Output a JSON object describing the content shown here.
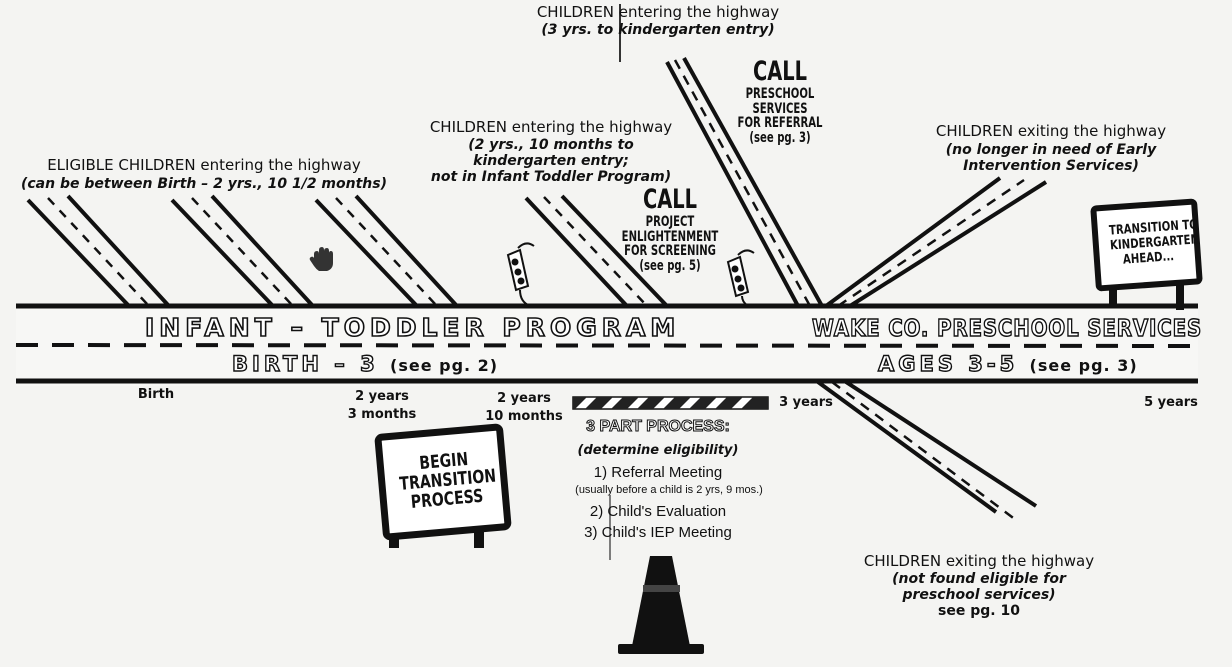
{
  "top_entry": {
    "title": "CHILDREN entering the highway",
    "sub": "(3 yrs. to kindergarten entry)"
  },
  "call_preschool": {
    "call": "CALL",
    "line1": "PRESCHOOL",
    "line2": "SERVICES",
    "line3": "FOR REFERRAL",
    "line4": "(see pg. 3)"
  },
  "mid_entry": {
    "title": "CHILDREN entering the highway",
    "sub1": "(2 yrs., 10 months to",
    "sub2": "kindergarten entry;",
    "sub3": "not in Infant Toddler Program)"
  },
  "call_enlightenment": {
    "call": "CALL",
    "line1": "PROJECT",
    "line2": "ENLIGHTENMENT",
    "line3": "FOR SCREENING",
    "line4": "(see pg. 5)"
  },
  "eligible_entry": {
    "title": "ELIGIBLE CHILDREN entering the highway",
    "sub": "(can be between Birth – 2 yrs., 10 1/2 months)"
  },
  "exit_top": {
    "title": "CHILDREN exiting the highway",
    "sub1": "(no longer in need of Early",
    "sub2": "Intervention Services)"
  },
  "kindergarten_sign": {
    "line1": "TRANSITION TO",
    "line2": "KINDERGARTEN",
    "line3": "AHEAD..."
  },
  "road": {
    "program_left": "INFANT – TODDLER PROGRAM",
    "program_right": "WAKE CO. PRESCHOOL SERVICES",
    "age_left": "BIRTH – 3",
    "age_left_ref": "(see pg. 2)",
    "age_right": "AGES 3-5",
    "age_right_ref": "(see pg. 3)"
  },
  "timeline": {
    "birth": "Birth",
    "t1a": "2 years",
    "t1b": "3 months",
    "t2a": "2 years",
    "t2b": "10 months",
    "t3": "3 years",
    "t4": "5 years"
  },
  "begin_sign": {
    "line1": "BEGIN",
    "line2": "TRANSITION",
    "line3": "PROCESS"
  },
  "process": {
    "title": "3 PART PROCESS:",
    "sub": "(determine eligibility)",
    "step1": "1) Referral Meeting",
    "step1_note": "(usually before a child is 2  yrs, 9 mos.)",
    "step2": "2) Child's Evaluation",
    "step3": "3) Child's IEP Meeting"
  },
  "exit_bottom": {
    "title": "CHILDREN exiting the highway",
    "sub1": "(not found eligible for",
    "sub2": "preschool services)",
    "sub3": "see pg. 10"
  },
  "icons": [
    "traffic-light-icon",
    "traffic-cone-icon",
    "hand-cursor-icon"
  ]
}
